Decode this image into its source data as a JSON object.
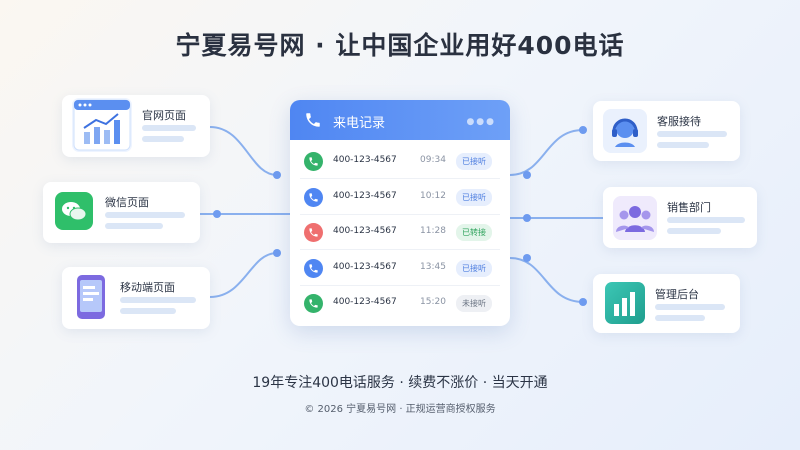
{
  "headline": "宁夏易号网 · 让中国企业用好400电话",
  "left_cards": [
    {
      "title": "官网页面",
      "icon": "chart-browser-icon"
    },
    {
      "title": "微信页面",
      "icon": "wechat-icon"
    },
    {
      "title": "移动端页面",
      "icon": "mobile-phone-icon"
    }
  ],
  "right_cards": [
    {
      "title": "客服接待",
      "icon": "headset-agent-icon"
    },
    {
      "title": "销售部门",
      "icon": "team-people-icon"
    },
    {
      "title": "管理后台",
      "icon": "bar-chart-icon"
    }
  ],
  "call_log": {
    "title": "来电记录",
    "rows": [
      {
        "number": "400-123-4567",
        "time": "09:34",
        "status": "已接听",
        "kind": "answered",
        "icon_color": "#34b36b"
      },
      {
        "number": "400-123-4567",
        "time": "10:12",
        "status": "已接听",
        "kind": "answered",
        "icon_color": "#4f86f2"
      },
      {
        "number": "400-123-4567",
        "time": "11:28",
        "status": "已转接",
        "kind": "forwarded",
        "icon_color": "#ef6f6f"
      },
      {
        "number": "400-123-4567",
        "time": "13:45",
        "status": "已接听",
        "kind": "answered",
        "icon_color": "#4f86f2"
      },
      {
        "number": "400-123-4567",
        "time": "15:20",
        "status": "未接听",
        "kind": "missed",
        "icon_color": "#34b36b"
      }
    ]
  },
  "tagline": "19年专注400电话服务 · 续费不涨价 · 当天开通",
  "copyright": "© 2026 宁夏易号网 · 正规运营商授权服务",
  "colors": {
    "accent": "#4f86f2",
    "link_line": "#8ab0ee",
    "success": "#34b36b",
    "danger": "#ef6f6f"
  }
}
